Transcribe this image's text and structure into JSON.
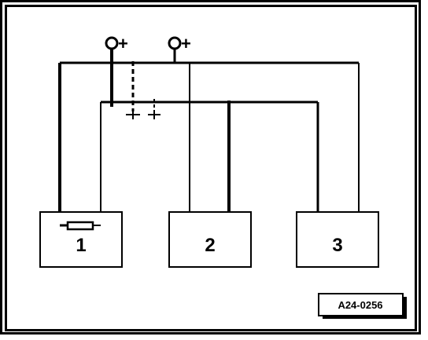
{
  "diagram": {
    "components": [
      {
        "id": "1",
        "label": "1"
      },
      {
        "id": "2",
        "label": "2"
      },
      {
        "id": "3",
        "label": "3"
      }
    ],
    "terminals": [
      {
        "symbol": "+"
      },
      {
        "symbol": "+"
      }
    ],
    "reference_id": "A24-0256",
    "colors": {
      "line": "#000000",
      "background": "#ffffff"
    }
  }
}
